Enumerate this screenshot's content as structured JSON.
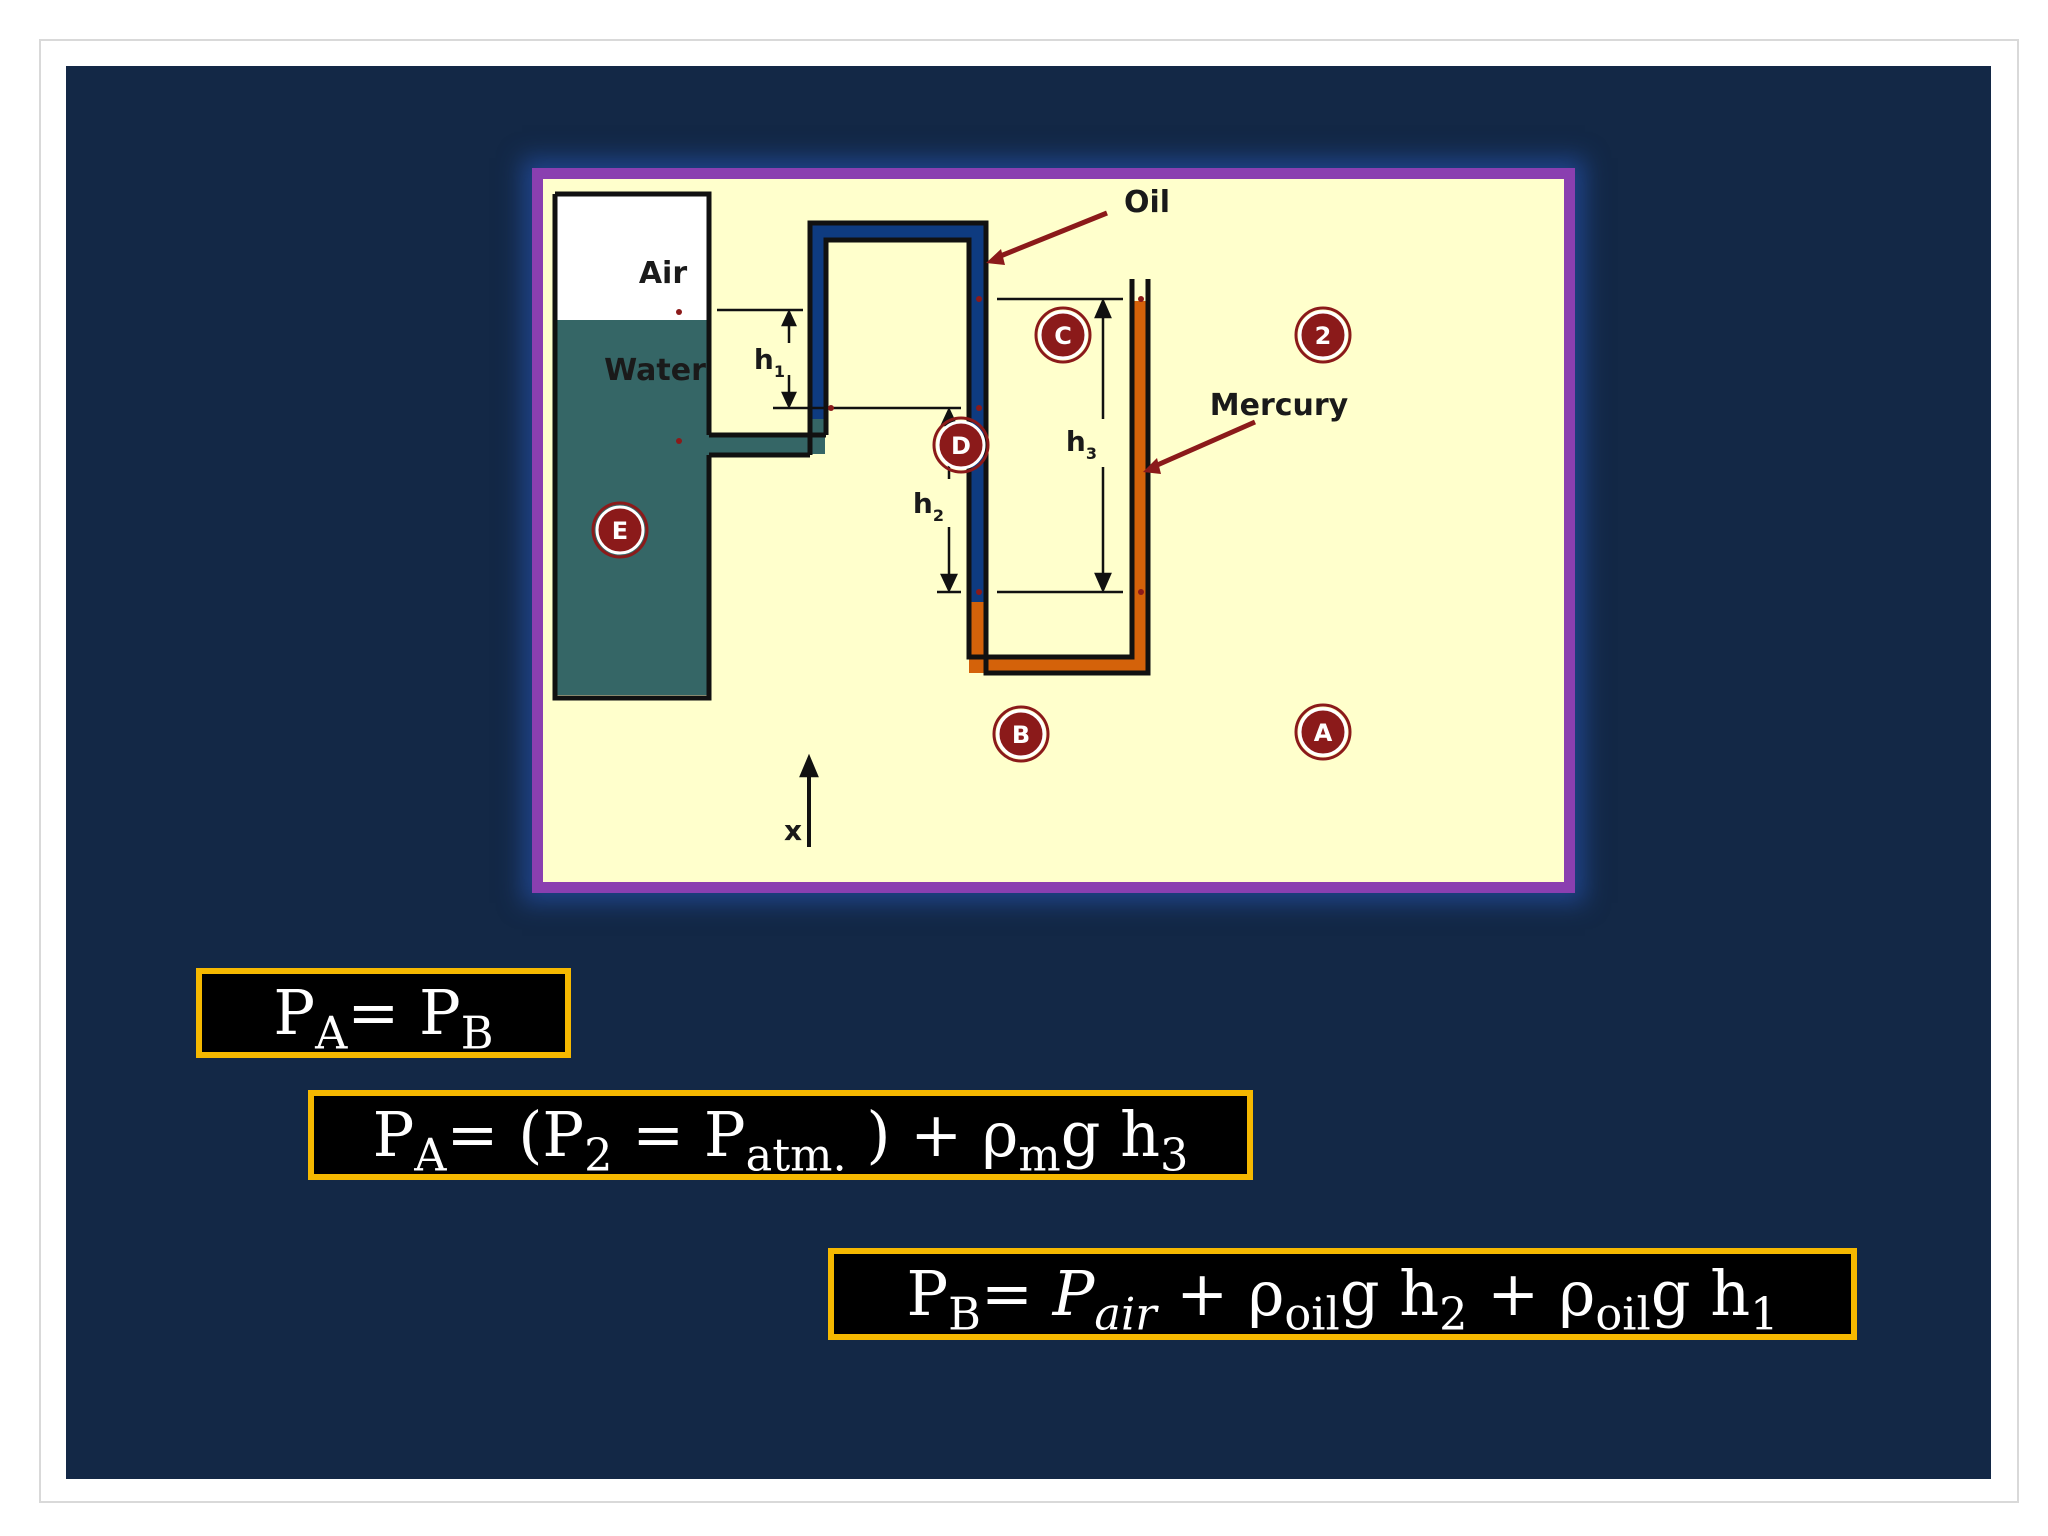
{
  "diagram": {
    "labels": {
      "air": "Air",
      "water": "Water",
      "oil": "Oil",
      "mercury": "Mercury",
      "x": "x"
    },
    "points": {
      "a": "A",
      "b": "B",
      "c": "C",
      "d": "D",
      "e": "E",
      "two": "2"
    },
    "heights": {
      "h": "h",
      "h1_sub": "1",
      "h2_sub": "2",
      "h3_sub": "3"
    },
    "colors": {
      "background": "#ffffcc",
      "water": "#356666",
      "oil": "#0e3b80",
      "mercury": "#d4620a",
      "marker": "#8b1a1a",
      "frame": "#8a3fb0"
    }
  },
  "equations": {
    "eq1": {
      "p": "P",
      "a": "A",
      "eq": "= ",
      "b": "B"
    },
    "eq2": {
      "p": "P",
      "a": "A",
      "eq": "= (P",
      "two": "2",
      "eq2": " = P",
      "atm": "atm.",
      "plus": " ) + ρ",
      "m": "m",
      "g": "g h",
      "three": "3"
    },
    "eq3": {
      "p": "P",
      "b": "B",
      "eq": "= ",
      "p_air": "P",
      "air": "air",
      "plus1": " + ρ",
      "oil1": "oil",
      "g1": "g h",
      "two": "2",
      "plus2": " + ρ",
      "oil2": "oil",
      "g2": "g h",
      "one": "1"
    }
  }
}
